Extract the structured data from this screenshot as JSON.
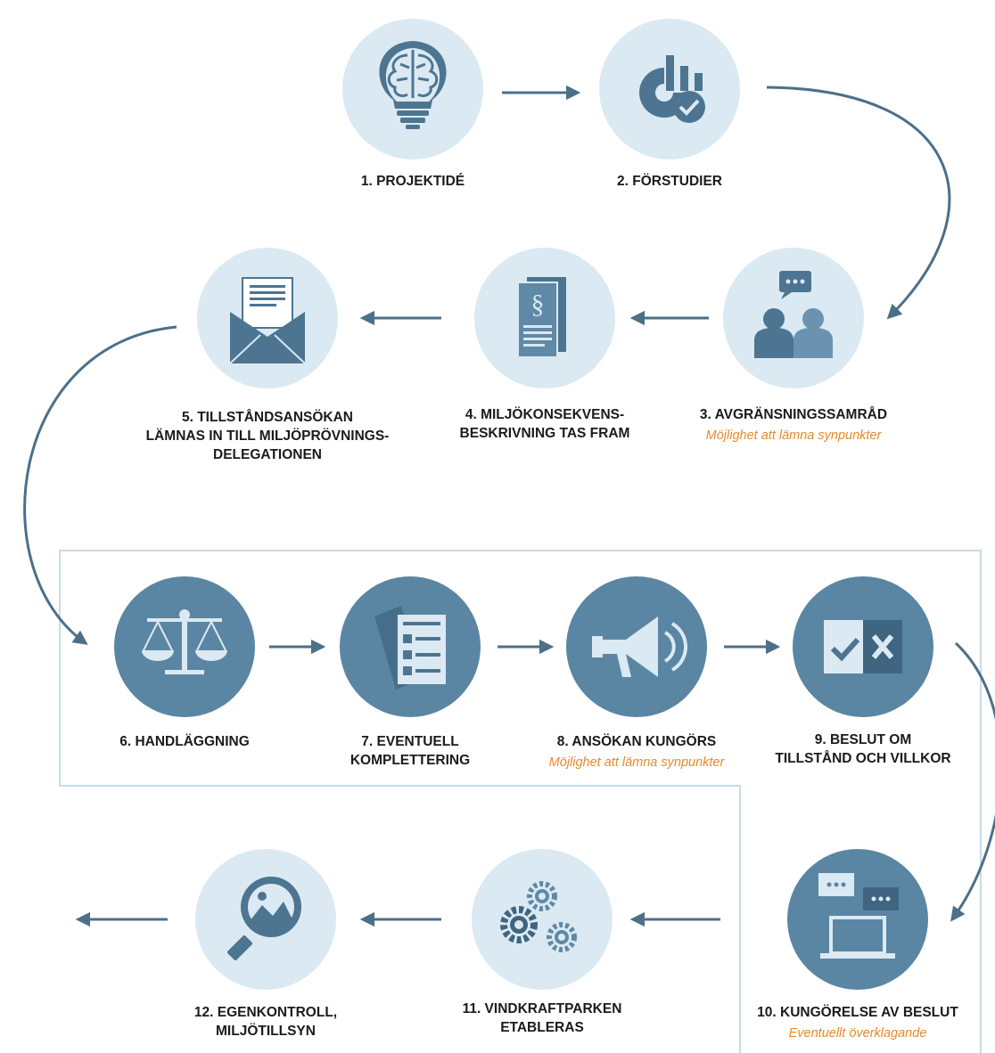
{
  "colors": {
    "light_circle": "#dbe9f2",
    "dark_circle": "#5a86a3",
    "icon_dark": "#4d7591",
    "icon_light": "#dbe9f2",
    "arrow": "#4d6f88",
    "frame": "#c7dbe6",
    "note": "#e48a2c"
  },
  "steps": [
    {
      "id": 1,
      "label": "1. PROJEKTIDÉ",
      "note": "",
      "icon": "lightbulb-brain-icon"
    },
    {
      "id": 2,
      "label": "2. FÖRSTUDIER",
      "note": "",
      "icon": "chart-check-icon"
    },
    {
      "id": 3,
      "label": "3. AVGRÄNSNINGSSAMRÅD",
      "note": "Möjlighet att lämna synpunkter",
      "icon": "people-dialogue-icon"
    },
    {
      "id": 4,
      "label": "4. MILJÖKONSEKVENS-\nBESKRIVNING TAS FRAM",
      "note": "",
      "icon": "paragraph-document-icon"
    },
    {
      "id": 5,
      "label": "5. TILLSTÅNDSANSÖKAN\nLÄMNAS IN TILL MILJÖPRÖVNINGS-\nDELEGATIONEN",
      "note": "",
      "icon": "envelope-letter-icon"
    },
    {
      "id": 6,
      "label": "6. HANDLÄGGNING",
      "note": "",
      "icon": "scales-icon"
    },
    {
      "id": 7,
      "label": "7. EVENTUELL\nKOMPLETTERING",
      "note": "",
      "icon": "checklist-clipboard-icon"
    },
    {
      "id": 8,
      "label": "8. ANSÖKAN KUNGÖRS",
      "note": "Möjlighet att lämna synpunkter",
      "icon": "megaphone-icon"
    },
    {
      "id": 9,
      "label": "9. BESLUT OM\nTILLSTÅND OCH VILLKOR",
      "note": "",
      "icon": "check-cross-icon"
    },
    {
      "id": 10,
      "label": "10. KUNGÖRELSE AV BESLUT",
      "note": "Eventuellt överklagande",
      "icon": "laptop-chat-icon"
    },
    {
      "id": 11,
      "label": "11. VINDKRAFTPARKEN\nETABLERAS",
      "note": "",
      "icon": "gears-icon"
    },
    {
      "id": 12,
      "label": "12. EGENKONTROLL,\nMILJÖTILLSYN",
      "note": "",
      "icon": "magnifier-landscape-icon"
    }
  ]
}
